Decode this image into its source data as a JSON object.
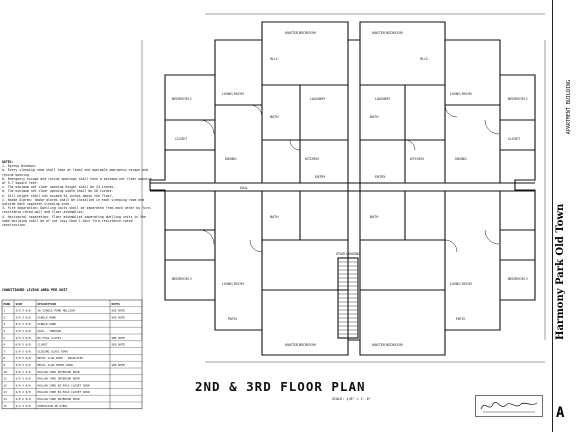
{
  "sheet": {
    "title": "2ND & 3RD FLOOR  PLAN",
    "scale_note": "SCALE: 1/8\" = 1'-0\"",
    "project_name": "Harmony Park",
    "project_suffix": "Old Town",
    "sheet_caption": "APARTMENT BUILDING",
    "sheet_number": "A"
  },
  "rooms": {
    "master_bedroom": "MASTER BEDROOM",
    "bedroom_2": "BEDROOM 2",
    "bedroom_3": "BEDROOM 3",
    "living_room": "LIVING ROOM",
    "kitchen": "KITCHEN",
    "dining": "DINING",
    "bath": "BATH",
    "patio": "PATIO",
    "entry": "ENTRY",
    "closet": "CLOSET",
    "laundry": "LAUNDRY",
    "wic": "W.I.C.",
    "hall": "HALL",
    "stair_landing": "STAIR LANDING"
  },
  "notes": {
    "heading": "NOTES:",
    "lines": [
      "1. Egress Windows:",
      "a. Every sleeping room shall have at least one operable emergency escape and rescue opening.",
      "b. Emergency escape and rescue openings shall have a minimum net clear opening of 5.7 square feet.",
      "c. The minimum net clear opening height shall be 24 inches.",
      "d. The minimum net clear opening width shall be 20 inches.",
      "e. Sill height shall not exceed 44 inches above the floor.",
      "2. Smoke Alarms: Smoke alarms shall be installed in each sleeping room and outside each separate sleeping area.",
      "3. Fire Separation: Dwelling units shall be separated from each other by fire-resistance-rated wall and floor assemblies.",
      "4. Horizontal separation: Floor assemblies separating dwelling units in the same building shall be of not less than 1-hour fire-resistance-rated construction."
    ]
  },
  "legend": {
    "title": "CONDITIONED LIVING AREA PER UNIT",
    "headers": [
      "MARK",
      "SIZE",
      "DESCRIPTION",
      "NOTES"
    ],
    "rows": [
      [
        "1",
        "3/0 X 6/8",
        "30 SINGLE PANE MULLION",
        "SEE NOTE"
      ],
      [
        "2",
        "2/6 X 6/8",
        "SINGLE PANE",
        "SEE NOTE"
      ],
      [
        "3",
        "2/4 X 6/8",
        "SINGLE PANE",
        ""
      ],
      [
        "4",
        "2/0 X 6/8",
        "PASS - THROUGH",
        ""
      ],
      [
        "5",
        "2/4 X 6/8",
        "BI-FOLD CLOSET",
        "SEE NOTE"
      ],
      [
        "6",
        "6/0 X 6/8",
        "CLOSET",
        "SEE NOTE"
      ],
      [
        "7",
        "5/0 X 6/8",
        "SLIDING GLASS DOOR",
        ""
      ],
      [
        "8",
        "3/0 X 6/8",
        "METAL CLAD DOOR - INSULATED",
        ""
      ],
      [
        "9",
        "3/0 X 6/8",
        "METAL CLAD ENTRY DOOR",
        "SEE NOTE"
      ],
      [
        "10",
        "2/8 X 6/8",
        "HOLLOW CORE INTERIOR DOOR",
        ""
      ],
      [
        "11",
        "2/6 X 6/8",
        "HOLLOW CORE INTERIOR DOOR",
        ""
      ],
      [
        "12",
        "2/4 X 6/8",
        "HOLLOW CORE BI-FOLD CLOSET DOOR",
        ""
      ],
      [
        "13",
        "2/0 X 6/8",
        "HOLLOW CORE BI-FOLD CLOSET DOOR",
        ""
      ],
      [
        "14",
        "2/0 X 6/8",
        "HOLLOW CORE INTERIOR DOOR",
        ""
      ],
      [
        "15",
        "2/4 X 6/8",
        "PORCELAIN ON STEEL",
        ""
      ]
    ]
  },
  "colors": {
    "ink": "#111111",
    "background": "#ffffff"
  }
}
